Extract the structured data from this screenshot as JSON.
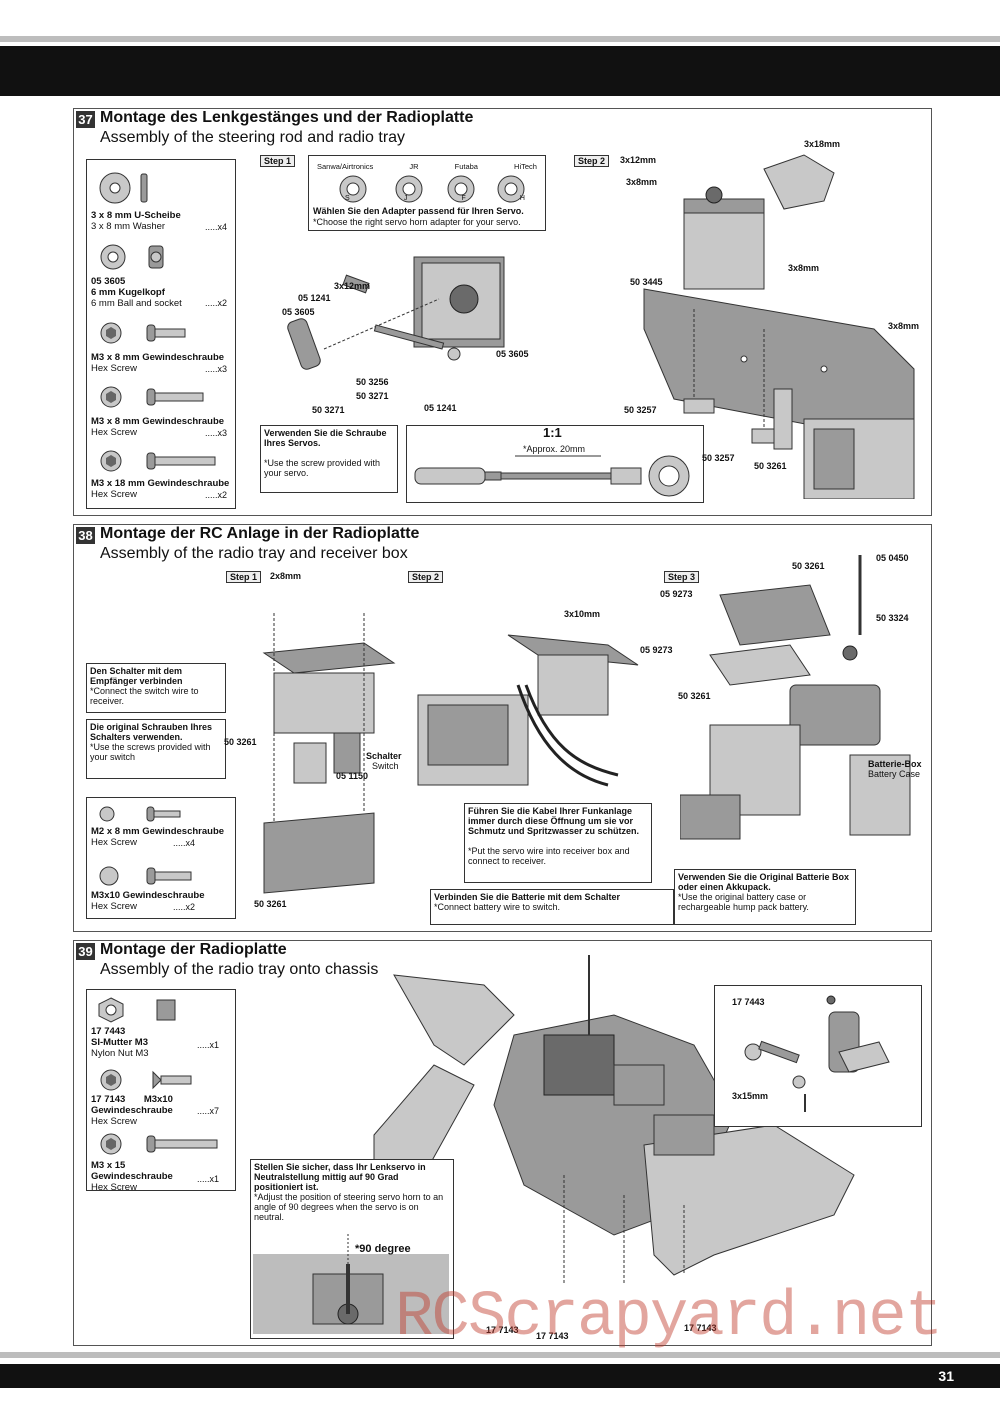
{
  "page_number": "31",
  "watermark": "RCScrapyard.net",
  "s37": {
    "num": "37",
    "title_de": "Montage des Lenkgestänges und der Radioplatte",
    "title_en": "Assembly of the steering rod and radio tray",
    "parts": [
      {
        "de": "3 x 8 mm U-Scheibe",
        "en": "3 x 8 mm Washer",
        "qty": ".....x4"
      },
      {
        "code": "05 3605",
        "de": "6 mm Kugelkopf",
        "en": "6 mm Ball and socket",
        "qty": ".....x2"
      },
      {
        "de": "M3 x 8 mm Gewindeschraube",
        "en": "Hex Screw",
        "qty": ".....x3"
      },
      {
        "de": "M3 x 8 mm Gewindeschraube",
        "en": "Hex Screw",
        "qty": ".....x3"
      },
      {
        "de": "M3 x 18 mm Gewindeschraube",
        "en": "Hex Screw",
        "qty": ".....x2"
      }
    ],
    "step1": "Step 1",
    "step2": "Step 2",
    "brands": [
      "Sanwa/Airtronics",
      "JR",
      "Futaba",
      "HiTech"
    ],
    "brand_letters": [
      "S",
      "J",
      "F",
      "H"
    ],
    "adapter_de": "Wählen Sie den Adapter passend für Ihren Servo.",
    "adapter_en": "*Choose the right servo horn adapter for your servo.",
    "screw_note_de": "Verwenden Sie die Schraube Ihres Servos.",
    "screw_note_en": "*Use the screw provided with your servo.",
    "ratio": "1:1",
    "approx": "*Approx. 20mm",
    "labels": [
      "3x12mm",
      "05 1241",
      "05 3605",
      "50 3256",
      "50 3271",
      "50 3271",
      "05 3605",
      "05 1241",
      "3x12mm",
      "3x8mm",
      "3x18mm",
      "50 3445",
      "3x8mm",
      "3x8mm",
      "50 3257",
      "50 3257",
      "50 3261"
    ]
  },
  "s38": {
    "num": "38",
    "title_de": "Montage der RC Anlage in der Radioplatte",
    "title_en": "Assembly of the radio tray and receiver box",
    "step1": "Step 1",
    "step2": "Step 2",
    "step3": "Step 3",
    "note_switch_de": "Den Schalter mit dem Empfänger verbinden",
    "note_switch_en": "*Connect the switch wire to receiver.",
    "note_screws_de": "Die original Schrauben Ihres Schalters verwenden.",
    "note_screws_en": "*Use the screws provided with your switch",
    "parts": [
      {
        "de": "M2 x 8 mm Gewindeschraube",
        "en": "Hex Screw",
        "qty": ".....x4"
      },
      {
        "de": "M3x10 Gewindeschraube",
        "en": "Hex Screw",
        "qty": ".....x2"
      }
    ],
    "cable_de": "Führen Sie die Kabel Ihrer Funkanlage immer durch diese Öffnung um sie vor Schmutz und Spritzwasser zu schützen.",
    "cable_en": "*Put the servo wire into receiver box and connect to receiver.",
    "battery_switch_de": "Verbinden Sie die Batterie mit dem Schalter",
    "battery_switch_en": "*Connect battery wire to switch.",
    "battery_case_de": "Verwenden Sie die Original Batterie Box oder einen Akkupack.",
    "battery_case_en": "*Use the original battery case or rechargeable hump pack battery.",
    "schalter_de": "Schalter",
    "schalter_en": "Switch",
    "batbox_de": "Batterie-Box",
    "batbox_en": "Battery Case",
    "labels": [
      "2x8mm",
      "50 3261",
      "05 1150",
      "50 3261",
      "3x10mm",
      "50 3261",
      "05 9273",
      "05 9273",
      "50 3261",
      "05 0450",
      "50 3324"
    ]
  },
  "s39": {
    "num": "39",
    "title_de": "Montage der Radioplatte",
    "title_en": "Assembly of the radio tray onto chassis",
    "parts": [
      {
        "code": "17 7443",
        "de": "SI-Mutter M3",
        "en": "Nylon Nut M3",
        "qty": ".....x1"
      },
      {
        "code": "17 7143",
        "de": "Gewindeschraube",
        "extra": "M3x10",
        "en": "Hex Screw",
        "qty": ".....x7"
      },
      {
        "de": "M3 x 15 Gewindeschraube",
        "en": "Hex Screw",
        "qty": ".....x1"
      }
    ],
    "servo_note_de": "Stellen Sie sicher, dass Ihr Lenkservo in Neutralstellung mittig auf 90 Grad positioniert ist.",
    "servo_note_en": "*Adjust the position of steering servo horn to an angle of 90 degrees when the servo is on neutral.",
    "degree": "*90 degree",
    "labels": [
      "17 7443",
      "3x15mm",
      "17 7143",
      "17 7143",
      "17 7143"
    ]
  }
}
